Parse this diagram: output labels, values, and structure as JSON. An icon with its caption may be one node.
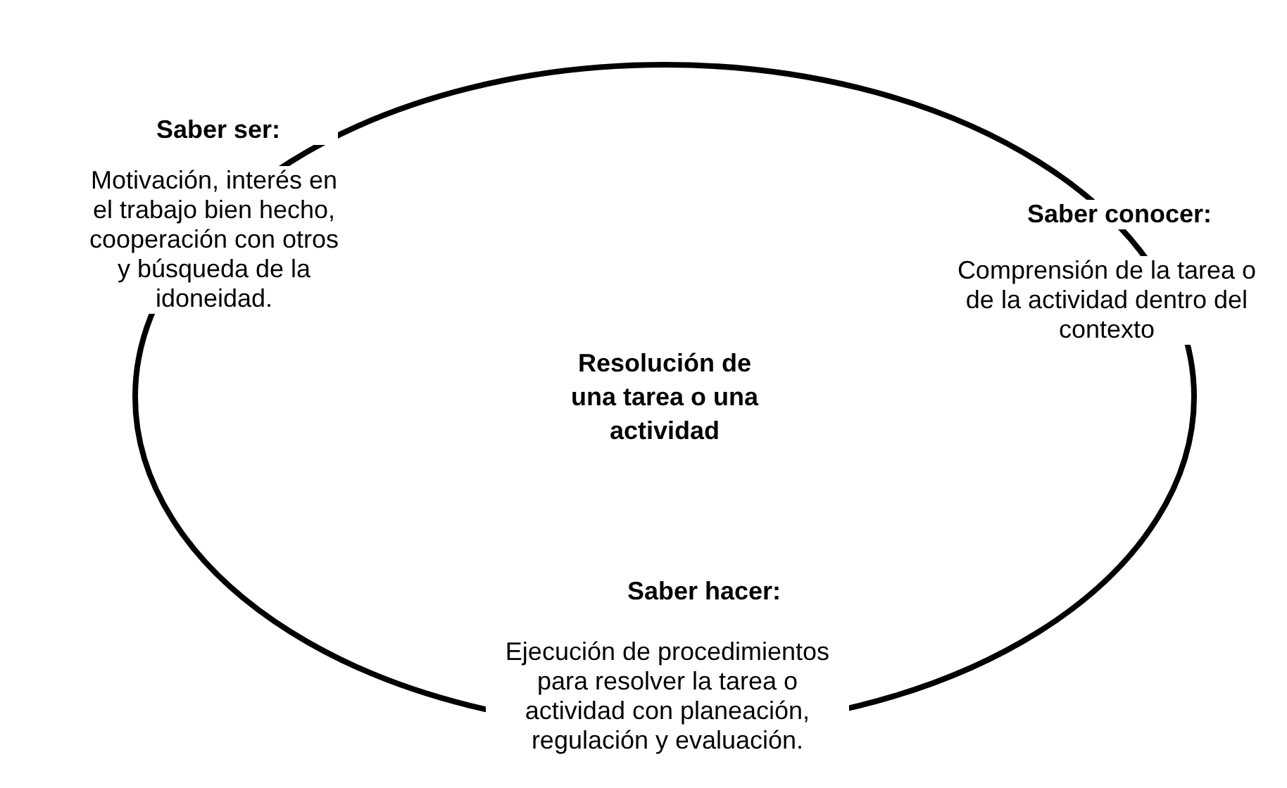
{
  "diagram": {
    "nodes": [
      {
        "text": [
          "Resolución de una tarea o una actividad"
        ]
      }
    ],
    "labels": [
      "Saber ser:",
      "Motivación, interés en el trabajo bien hecho, cooperación con otros y búsqueda de la idoneidad.",
      "Saber conocer:",
      "Comprensión de la tarea o de la actividad dentro del contexto",
      "Saber hacer:",
      "Ejecución de procedimientos para resolver la tarea o actividad con planeación, regulación y evaluación."
    ]
  }
}
